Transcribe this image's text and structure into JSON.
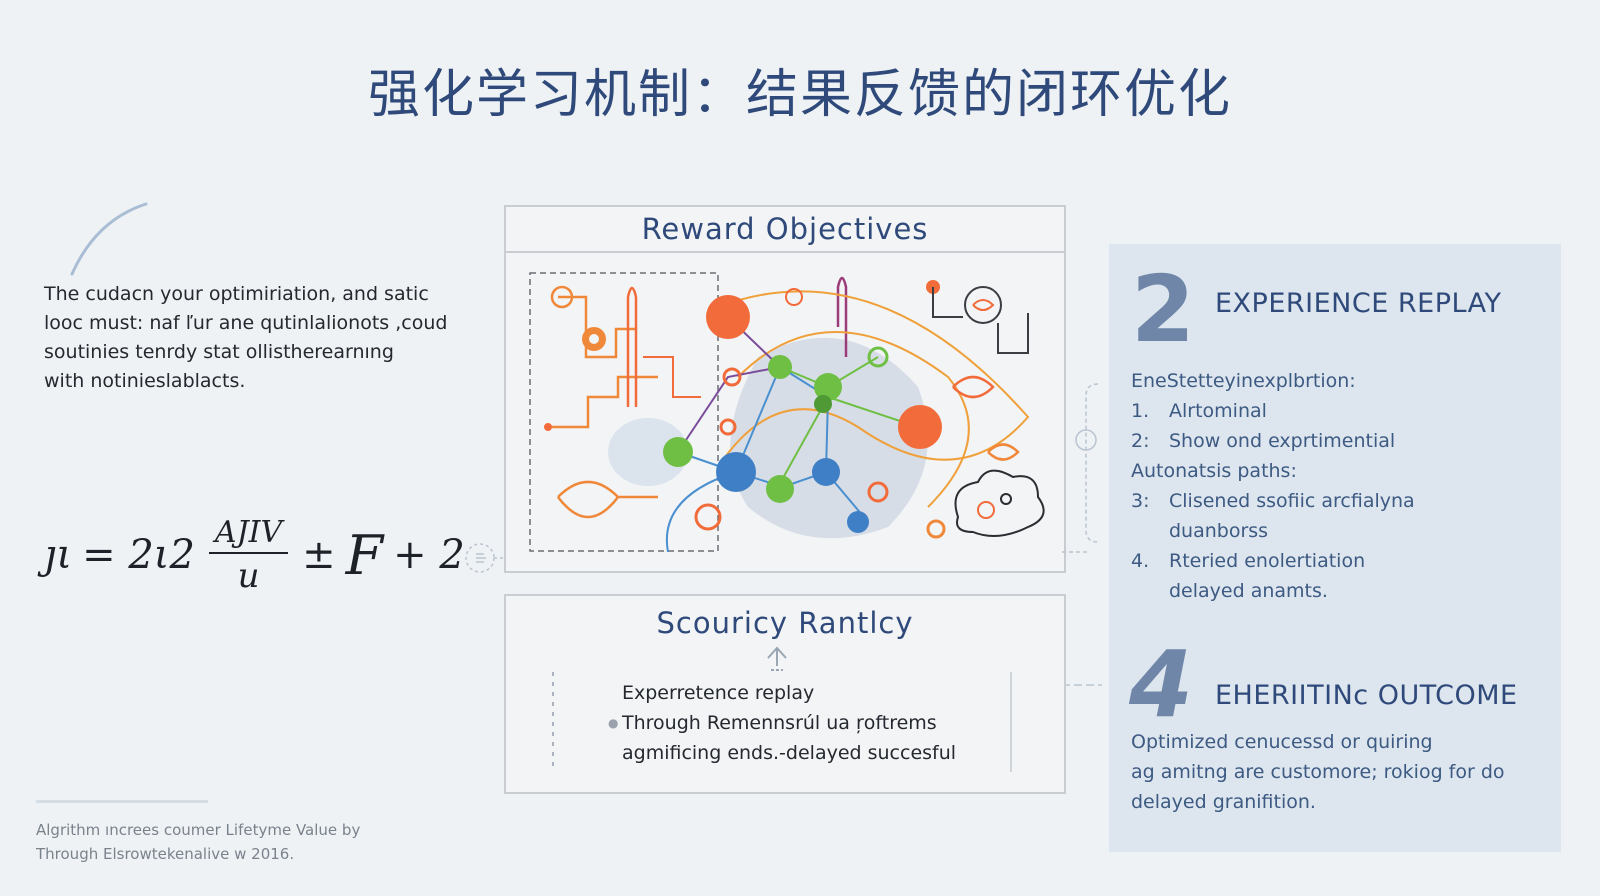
{
  "title": "强化学习机制：结果反馈的闭环优化",
  "intro": {
    "line1": "The cudacn your optimiriation, and satic",
    "line2": "looc must: naf ľur ane qutinlalionots ,coud",
    "line3": "soutinies tenrdy stat ollistherearnıng",
    "line4": "with notinieslablacts."
  },
  "formula": {
    "lhs": "ȷι",
    "eq": "= 2ι2",
    "numerator": "AJIV",
    "denominator": "u",
    "op1": "±",
    "fn": "F",
    "tail": "+ 2"
  },
  "reward_box": {
    "title": "Reward Objectives"
  },
  "security_box": {
    "title": "Scouricy Rantlcy",
    "line1": "Experretence replay",
    "line2": "Through Remennsrúl ua ŗoftrems",
    "line3": "agmificing ends.-delayed succesful"
  },
  "panel": {
    "number1": "2",
    "heading1": "EXPERIENCE REPLAY",
    "intro": "EneStetteyinexplbrtion:",
    "items": [
      {
        "idx": "1.",
        "text": "Alrtominal"
      },
      {
        "idx": "2:",
        "text": "Show ond exprtimential"
      }
    ],
    "subhead": "Autonatsis paths:",
    "items2": [
      {
        "idx": "3:",
        "text": "Clisened ssofiic arcfialyna",
        "cont": "duanborss"
      },
      {
        "idx": "4.",
        "text": "Rteried enolertiation",
        "cont": "delayed anamts."
      }
    ],
    "number2": "4",
    "heading2": "EHERIITINc OUTCOME",
    "outcome": {
      "line1": "Optimized cenucessd or quiring",
      "line2": "ag amitng are customore; rokiog for do",
      "line3": "delayed granifition."
    }
  },
  "footer": {
    "line1": "Algrithm ıncrees coumer Lifetyme Value by",
    "line2": "Through Elsrowtekenalive w 2016."
  },
  "colors": {
    "title": "#2f4a7a",
    "orange": "#f26b3a",
    "green": "#6fbf45",
    "blue": "#3f7fc6",
    "panel_bg": "#dde6ee"
  }
}
